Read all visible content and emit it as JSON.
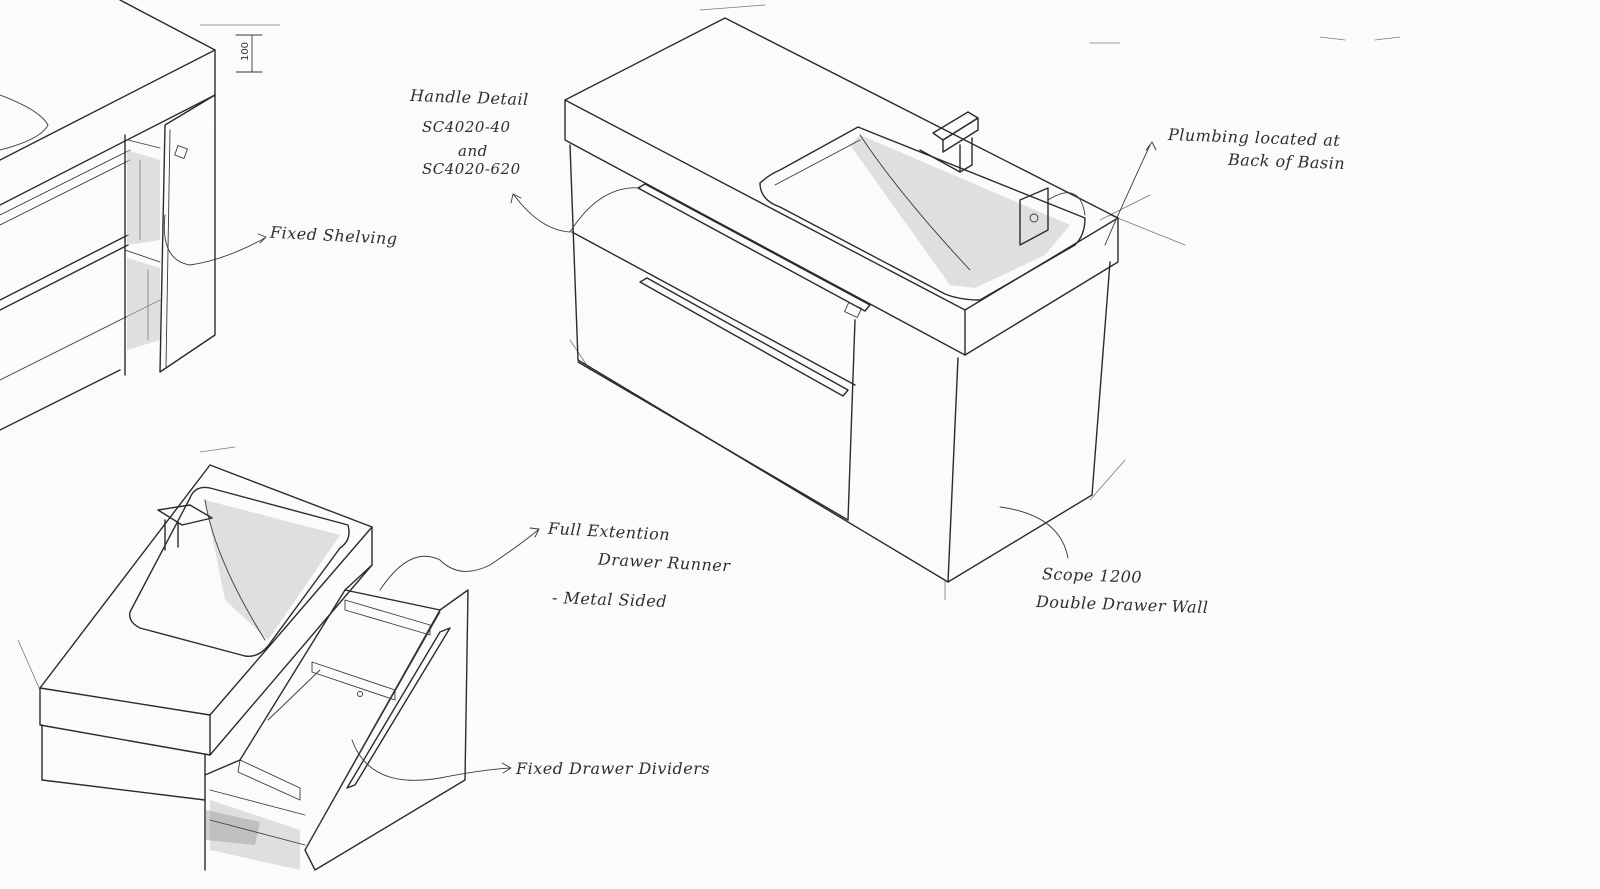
{
  "dimension_mark": "100",
  "annotations": {
    "handle_detail": {
      "line1": "Handle Detail",
      "line2": "SC4020-40",
      "line3": "and",
      "line4": "SC4020-620"
    },
    "fixed_shelving": "Fixed Shelving",
    "plumbing": {
      "line1": "Plumbing located at",
      "line2": "Back of Basin"
    },
    "full_extension": {
      "line1": "Full Extention",
      "line2": "Drawer Runner",
      "line3": "- Metal Sided"
    },
    "fixed_dividers": "Fixed Drawer Dividers",
    "model": {
      "line1": "Scope 1200",
      "line2": "Double Drawer Wall"
    }
  }
}
